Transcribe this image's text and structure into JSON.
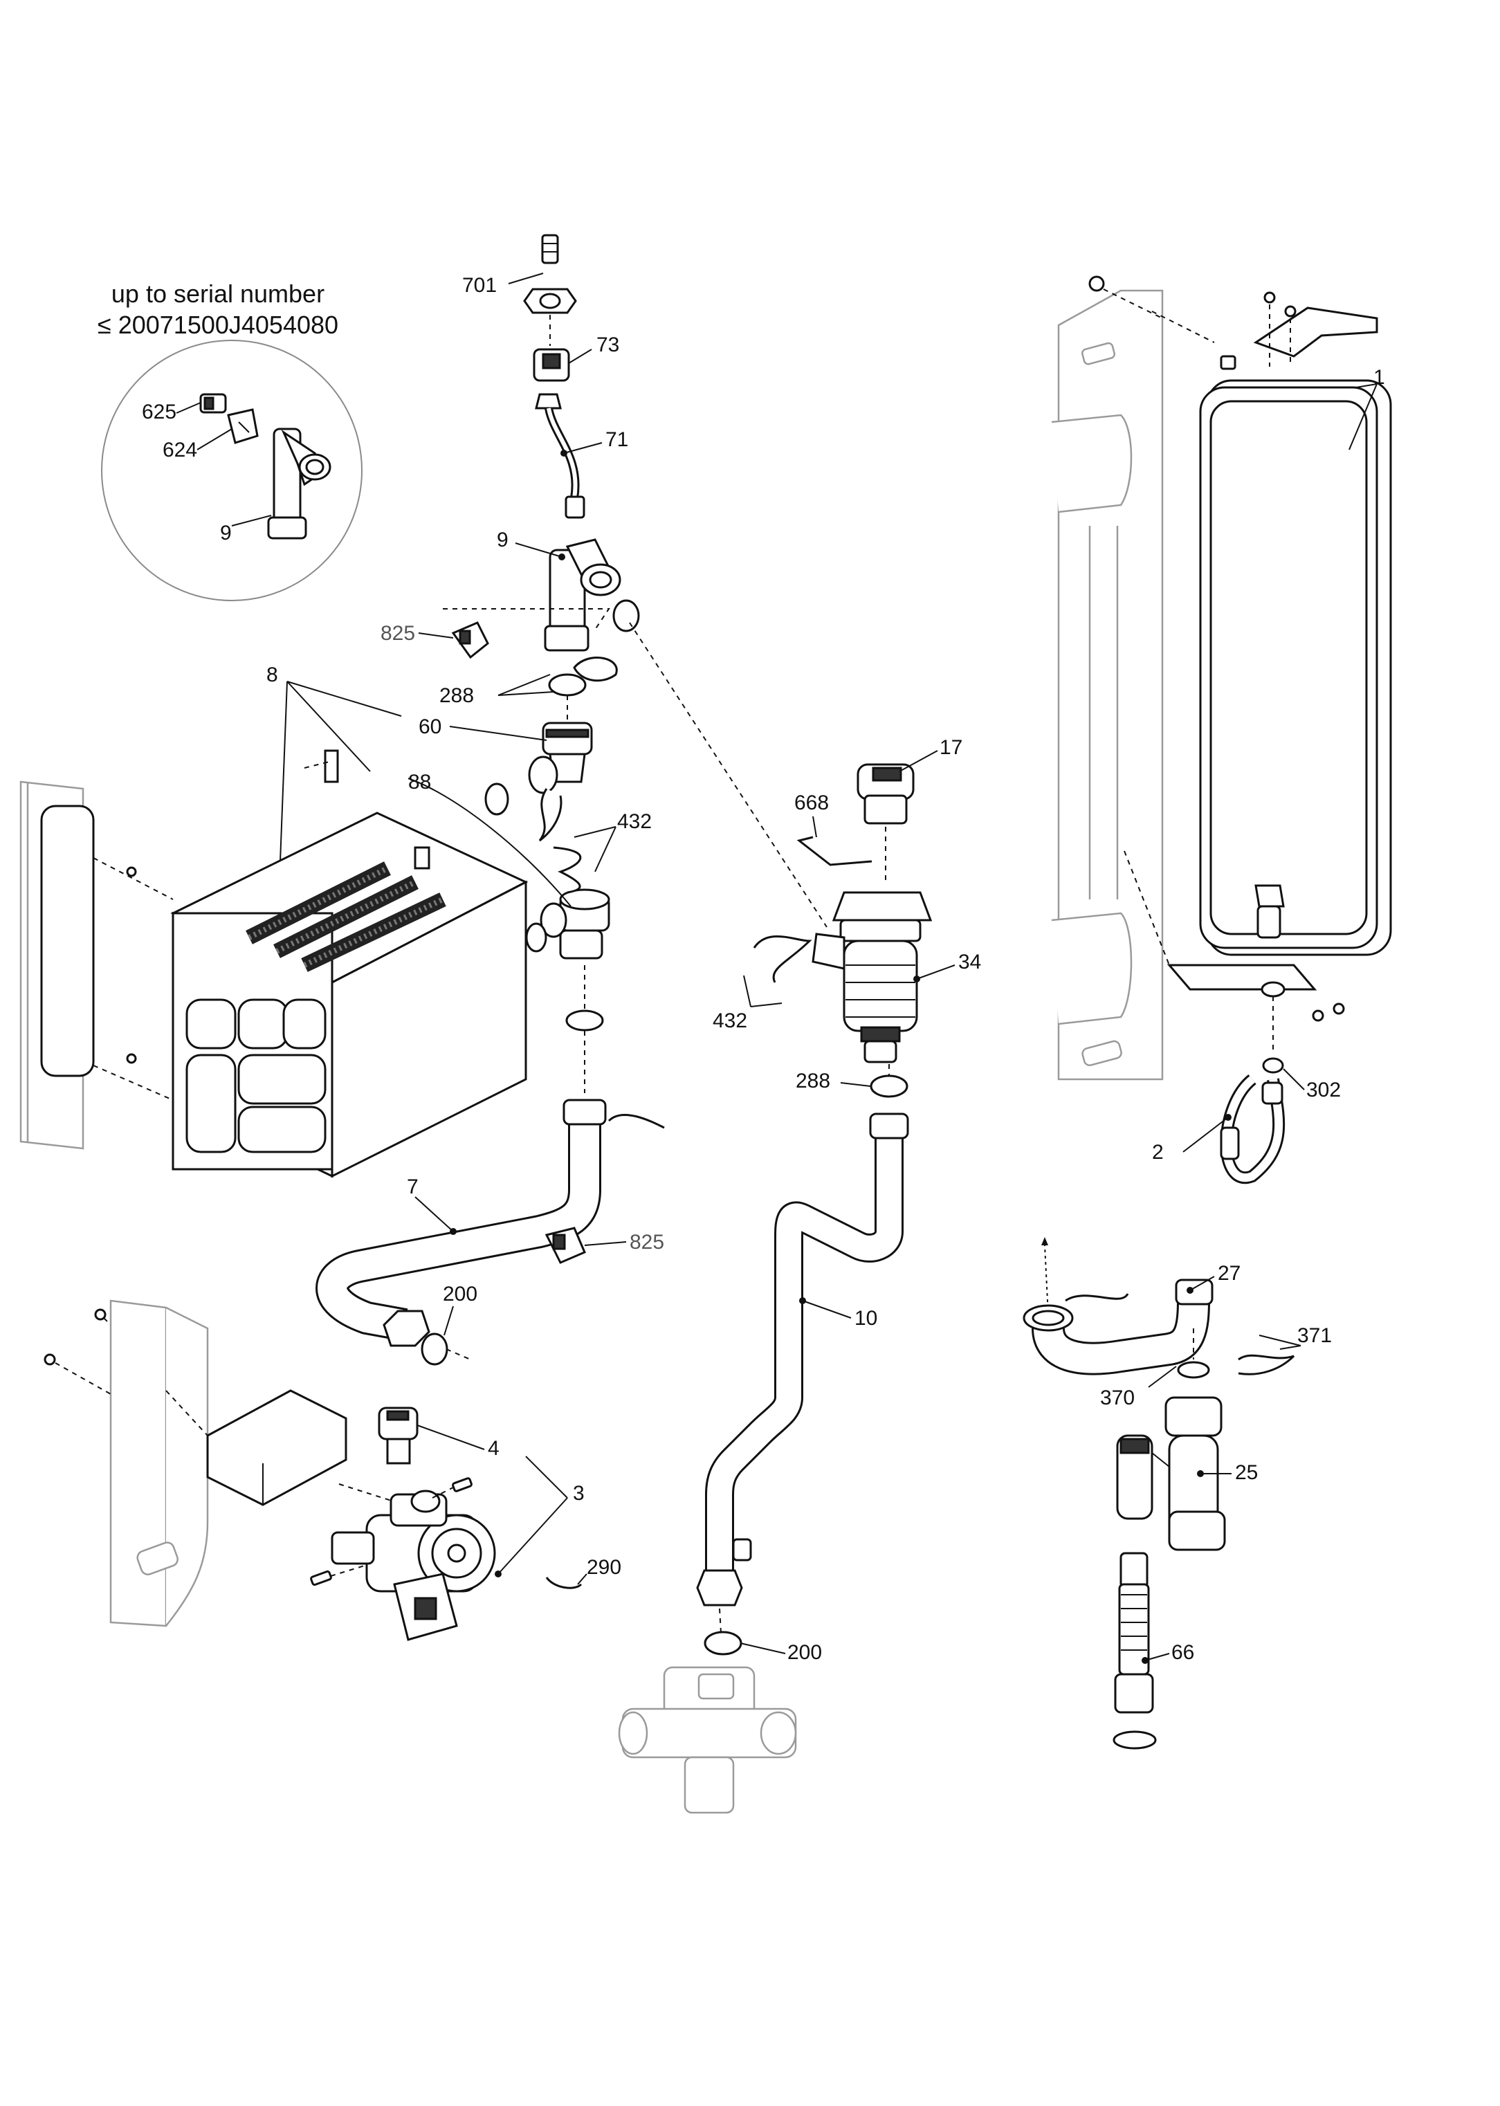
{
  "inset_note": {
    "line1": "up to serial number",
    "line2": "≤ 20071500J4054080"
  },
  "labels": {
    "p701": "701",
    "p73": "73",
    "p71": "71",
    "p9_main": "9",
    "p825_top": "825",
    "p288_top": "288",
    "p8": "8",
    "p60": "60",
    "p88": "88",
    "p432_left": "432",
    "p625": "625",
    "p624": "624",
    "p9_inset": "9",
    "p17": "17",
    "p668": "668",
    "p34": "34",
    "p432_mid": "432",
    "p288_mid": "288",
    "p1": "1",
    "p302": "302",
    "p2": "2",
    "p7": "7",
    "p825_bottom": "825",
    "p200_left": "200",
    "p10": "10",
    "p4": "4",
    "p3": "3",
    "p290": "290",
    "p200_bottom": "200",
    "p27": "27",
    "p371": "371",
    "p370": "370",
    "p25": "25",
    "p66": "66"
  },
  "colors": {
    "line": "#111111",
    "ghost": "#9a9a9a",
    "background": "#ffffff"
  }
}
